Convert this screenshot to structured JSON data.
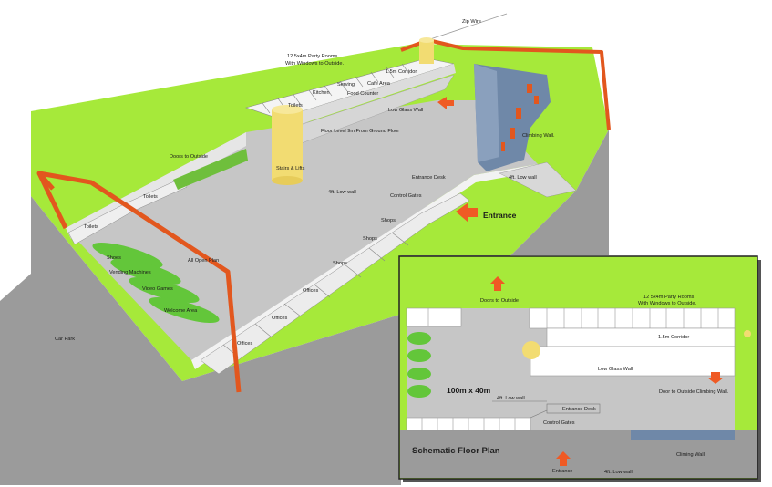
{
  "colors": {
    "grass": "#a6e93a",
    "floor": "#c6c6c6",
    "carpark": "#9b9b9b",
    "frame": "#e2571e",
    "arrow": "#ef5a24",
    "pod": "#63c63a",
    "column": "#f2dc72",
    "wall": "#e9e9e9",
    "climb_wall": "#6f88a8"
  },
  "perspective": {
    "zip_wire": "Zip Wire",
    "party_rooms_line1": "12 5x4m Party Rooms",
    "party_rooms_line2": "With Windows to Outside.",
    "corridor": "1.5m Corridor",
    "cafe": "Cafe Area",
    "serving": "Serving",
    "kitchen": "Kitchen",
    "food_counter": "Food Counter",
    "toilets_upper": "Toilets",
    "low_glass_wall": "Low Glass Wall",
    "floor_level": "Floor Level 9m From Ground Floor",
    "climbing_wall": "Climbing Wall.",
    "doors_to_outside": "Doors to Outside",
    "stairs_lifts": "Stairs & Lifts",
    "entrance_desk": "Entrance Desk",
    "low_wall_right": "4ft. Low wall",
    "low_wall_left": "4ft. Low wall",
    "control_gates": "Control Gates",
    "entrance": "Entrance",
    "toilets_left": "Toilets",
    "toilets_far_left": "Toilets",
    "shops_1": "Shops",
    "shops_2": "Shops",
    "shops_3": "Shops",
    "shoes": "Shoes",
    "vending": "Vending Machines",
    "video_games": "Video Games",
    "welcome": "Welcome Area",
    "all_open": "All Open Plan",
    "offices_1": "Offices",
    "offices_2": "Offices",
    "offices_3": "Offices",
    "car_park": "Car Park"
  },
  "schematic": {
    "doors_to_outside": "Doors to Outside",
    "party_rooms_line1": "12 5x4m Party Rooms",
    "party_rooms_line2": "With Windows to Outside.",
    "corridor": "1.5m Corridor",
    "low_glass_wall": "Low Glass Wall",
    "door_climbing": "Door to Outside Climbing Wall.",
    "dimensions": "100m  x 40m",
    "low_wall_a": "4ft. Low wall",
    "entrance_desk": "Entrance Desk",
    "control_gates": "Control Gates",
    "title": "Schematic Floor Plan",
    "climbing_wall": "Climing Wall.",
    "entrance": "Entrance",
    "low_wall_b": "4ft. Low wall"
  }
}
